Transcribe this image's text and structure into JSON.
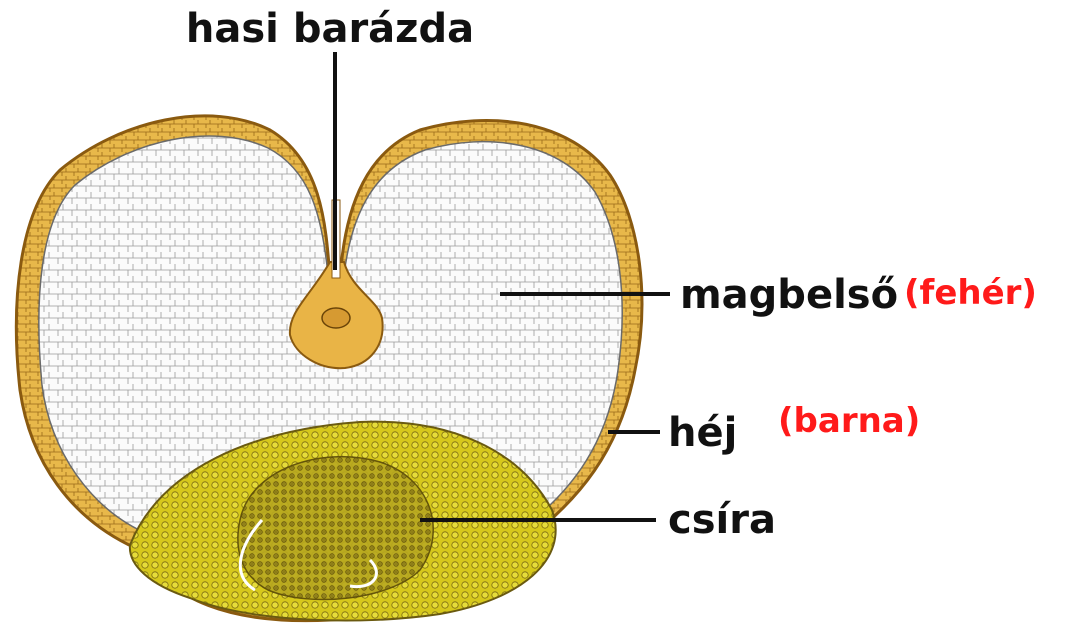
{
  "labels": {
    "ventral_groove": "hasi barázda",
    "endosperm": "magbelső",
    "endosperm_color": "(fehér)",
    "seed_coat": "héj",
    "seed_coat_color": "(barna)",
    "germ": "csíra"
  },
  "colors": {
    "seed_coat": "#e8b84a",
    "seed_coat_outline": "#8a5a10",
    "endosperm": "#f7f7f7",
    "germ": "#d8cc1a",
    "germ_dark": "#8a7a18",
    "annotation_red": "#ff1a1a"
  }
}
